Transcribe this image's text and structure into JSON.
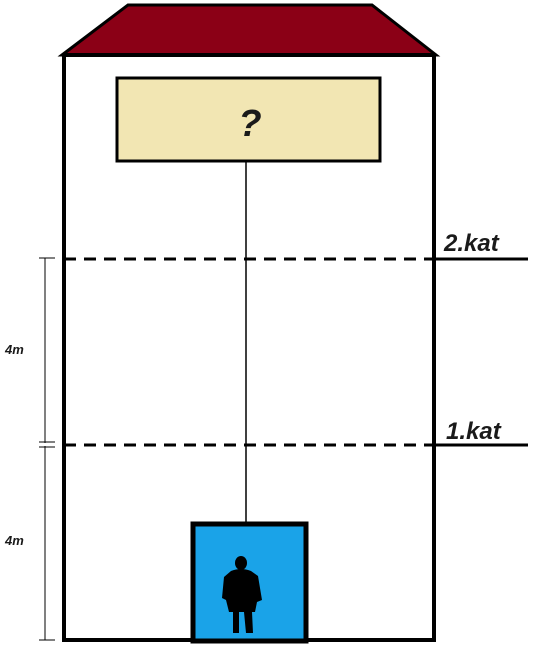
{
  "diagram": {
    "box_label": "?",
    "floors": [
      {
        "label": "2.kat"
      },
      {
        "label": "1.kat"
      }
    ],
    "dimensions": [
      {
        "label": "4m"
      },
      {
        "label": "4m"
      }
    ],
    "colors": {
      "roof": "#8b0016",
      "box": "#f2e6b3",
      "cabin": "#1aa3e8",
      "outline": "#000000"
    },
    "icons": {
      "person": "person-silhouette-icon"
    }
  }
}
